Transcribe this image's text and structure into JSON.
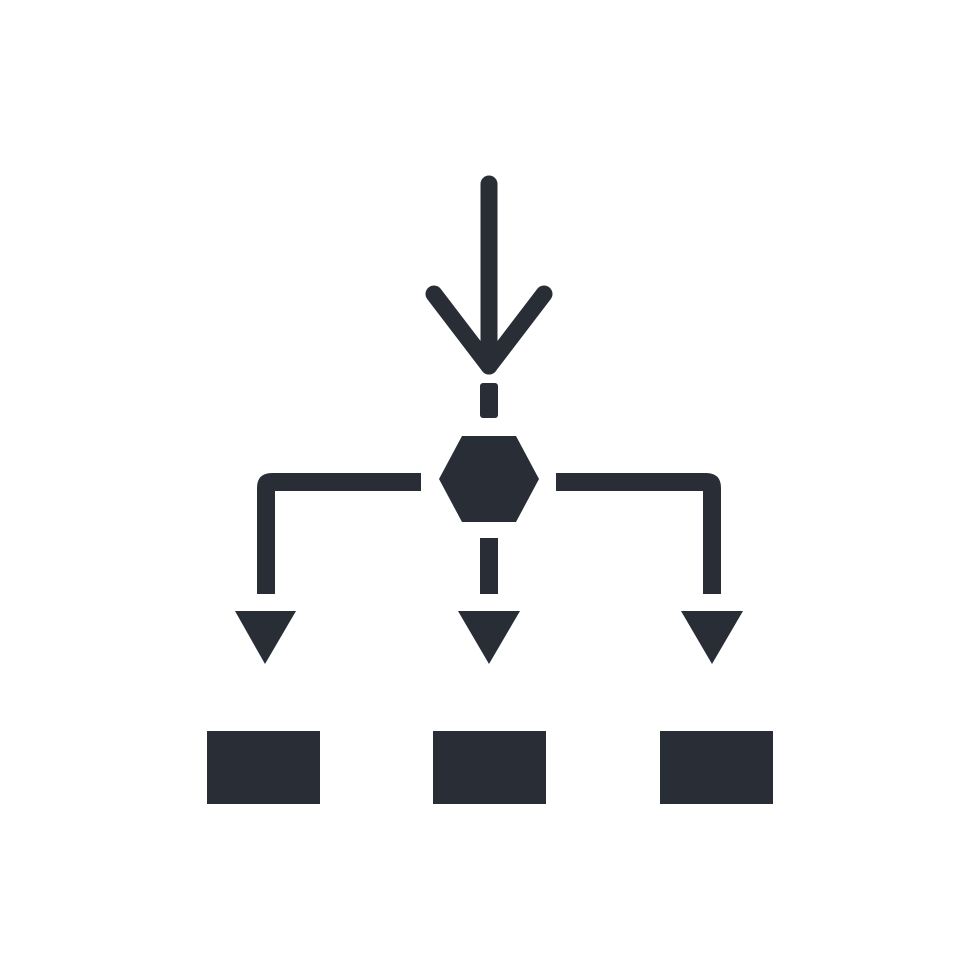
{
  "icon": {
    "name": "distribution-hierarchy-icon",
    "background_color": "#ffffff",
    "foreground_color": "#282d36",
    "parts": {
      "input_arrow": "arrow-down-icon",
      "node": "hexagon-node-icon",
      "branches": [
        "branch-left",
        "branch-center",
        "branch-right"
      ],
      "arrowheads": [
        "triangle-down-icon",
        "triangle-down-icon",
        "triangle-down-icon"
      ],
      "outputs": [
        "output-block-left",
        "output-block-center",
        "output-block-right"
      ]
    }
  }
}
